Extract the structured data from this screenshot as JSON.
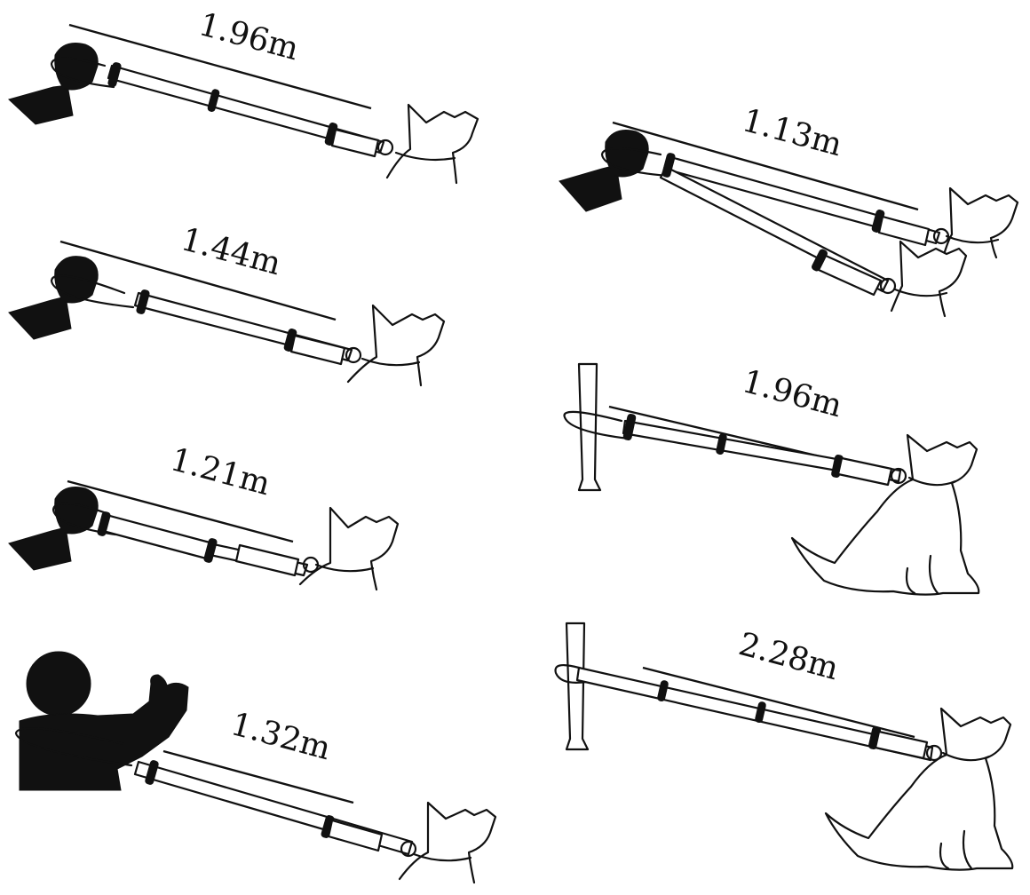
{
  "labels": {
    "left_1": "1.96m",
    "left_2": "1.44m",
    "left_3": "1.21m",
    "left_4": "1.32m",
    "right_1": "1.13m",
    "right_2": "1.96m",
    "right_3": "2.28m"
  },
  "ink_color": "#111111",
  "background": "#ffffff"
}
